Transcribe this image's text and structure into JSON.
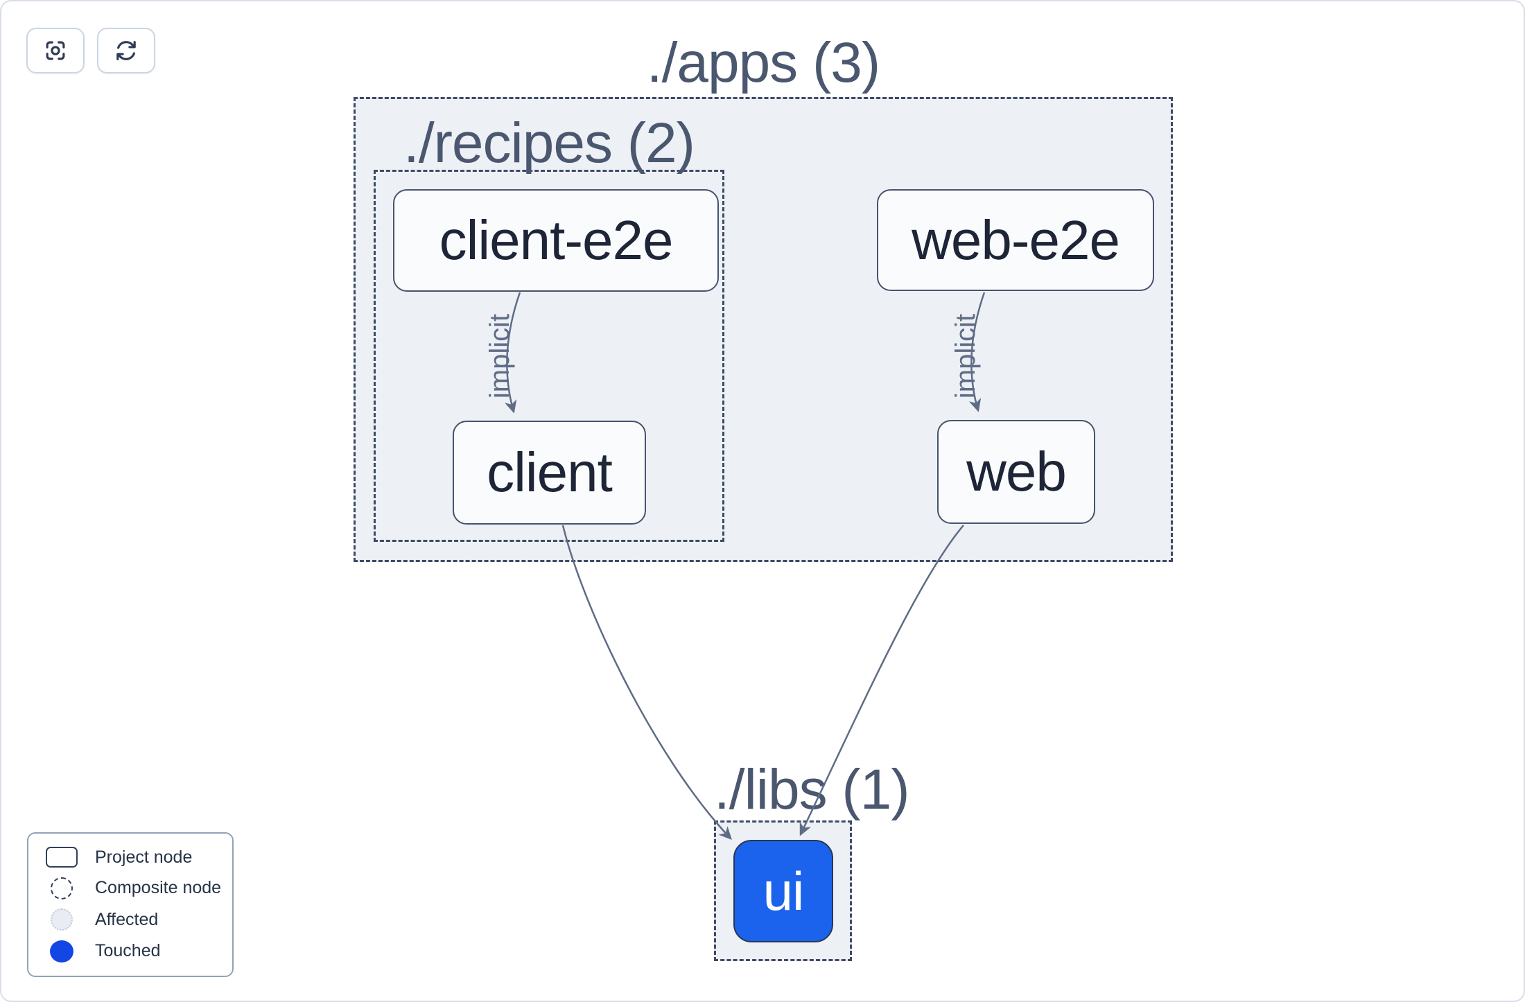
{
  "toolbar": {
    "buttons": [
      {
        "name": "zoom-to-fit",
        "icon": "focus-target-icon"
      },
      {
        "name": "refresh",
        "icon": "refresh-icon"
      }
    ]
  },
  "groups": {
    "apps": {
      "label": "./apps (3)"
    },
    "recipes": {
      "label": "./recipes (2)"
    },
    "libs": {
      "label": "./libs (1)"
    }
  },
  "nodes": {
    "client_e2e": {
      "label": "client-e2e",
      "type": "project"
    },
    "web_e2e": {
      "label": "web-e2e",
      "type": "project"
    },
    "client": {
      "label": "client",
      "type": "project"
    },
    "web": {
      "label": "web",
      "type": "project"
    },
    "ui": {
      "label": "ui",
      "type": "project",
      "state": "touched"
    }
  },
  "edges": [
    {
      "from": "client-e2e",
      "to": "client",
      "label": "implicit"
    },
    {
      "from": "web-e2e",
      "to": "web",
      "label": "implicit"
    },
    {
      "from": "client",
      "to": "ui",
      "label": ""
    },
    {
      "from": "web",
      "to": "ui",
      "label": ""
    }
  ],
  "legend": {
    "items": [
      {
        "icon": "project-node-icon",
        "label": "Project node"
      },
      {
        "icon": "composite-node-icon",
        "label": "Composite node"
      },
      {
        "icon": "affected-icon",
        "label": "Affected"
      },
      {
        "icon": "touched-icon",
        "label": "Touched"
      }
    ]
  },
  "colors": {
    "touched_node_blue": "#1b63ec",
    "legend_touched_blue": "#1347e5",
    "composite_fill": "#edf0f5",
    "dashed_border": "#3e4b66",
    "edge": "#5e6c85",
    "node_border": "#46536c",
    "node_text": "#1d2536",
    "group_label_text": "#4a576f"
  }
}
